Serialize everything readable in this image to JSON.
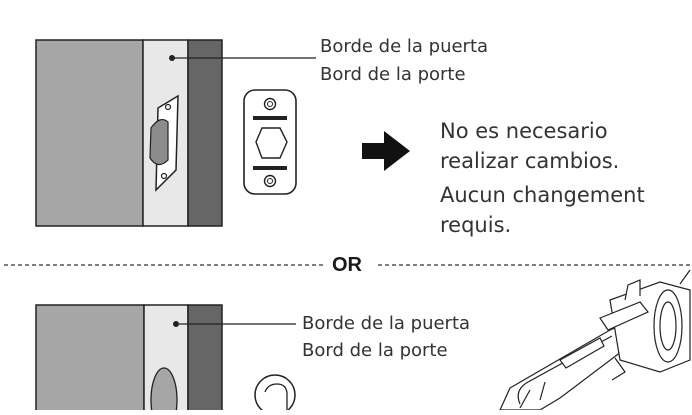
{
  "top_panel": {
    "callout_line1": "Borde de la puerta",
    "callout_line2": "Bord de la porte",
    "message_es_line1": "No es necesario",
    "message_es_line2": "realizar cambios.",
    "message_fr_line1": "Aucun changement",
    "message_fr_line2": "requis."
  },
  "divider": {
    "label": "OR"
  },
  "bottom_panel": {
    "callout_line1": "Borde de la puerta",
    "callout_line2": "Bord de la porte"
  },
  "icons": [
    "door-edge",
    "strike-plate",
    "arrow-right",
    "latch-bolt"
  ],
  "colors": {
    "door_face": "#a6a6a6",
    "door_edge": "#e8e8e8",
    "door_frame": "#666666",
    "outline": "#222222"
  }
}
